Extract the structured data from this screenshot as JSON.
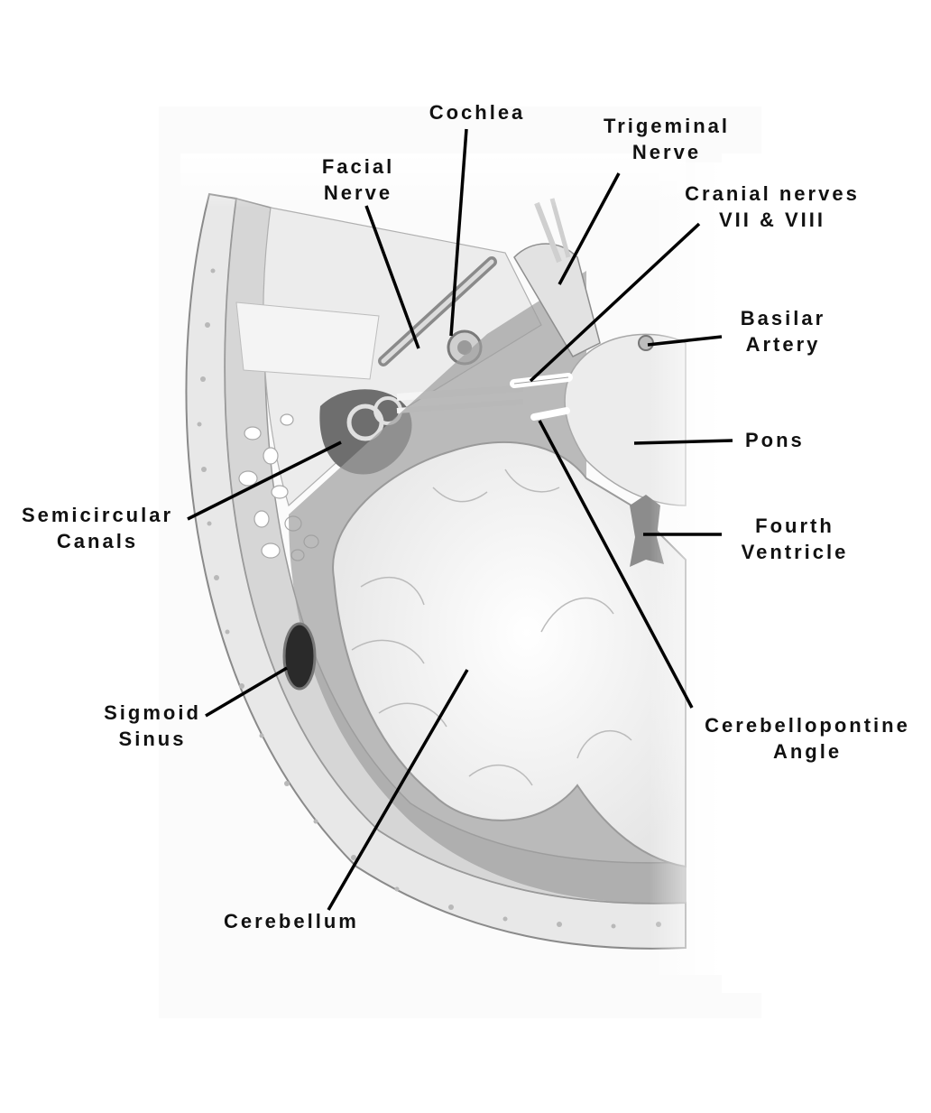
{
  "labels": {
    "cochlea": [
      "Cochlea"
    ],
    "trigeminal": [
      "Trigeminal",
      "Nerve"
    ],
    "facial": [
      "Facial",
      "Nerve"
    ],
    "cranial": [
      "Cranial nerves",
      "VII & VIII"
    ],
    "basilar": [
      "Basilar",
      "Artery"
    ],
    "pons": [
      "Pons"
    ],
    "fourth_ventricle": [
      "Fourth",
      "Ventricle"
    ],
    "semicircular": [
      "Semicircular",
      "Canals"
    ],
    "sigmoid": [
      "Sigmoid",
      "Sinus"
    ],
    "cerebellopontine": [
      "Cerebellopontine",
      "Angle"
    ],
    "cerebellum": [
      "Cerebellum"
    ]
  },
  "colors": {
    "bone": "#e4e4e4",
    "dura": "#9a9a9a",
    "cerebellum": "#eeeeee",
    "leader": "#000000"
  }
}
